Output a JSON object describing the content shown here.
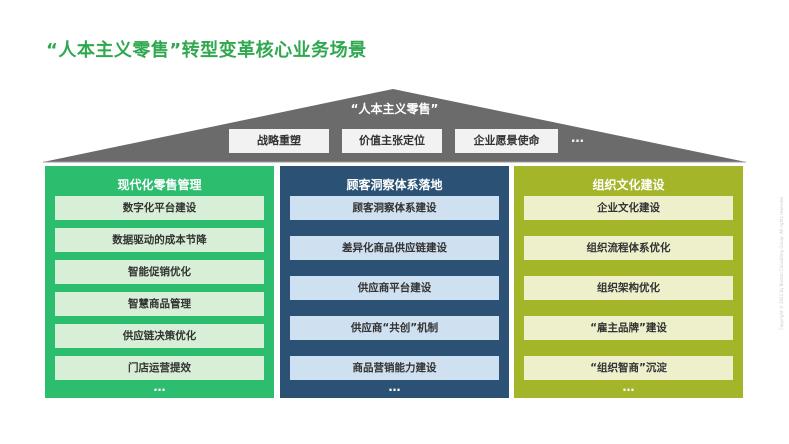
{
  "title": "“人本主义零售”转型变革核心业务场景",
  "roof": {
    "title": "“人本主义零售”",
    "boxes": [
      "战略重塑",
      "价值主张定位",
      "企业愿景使命"
    ],
    "ellipsis": "…"
  },
  "pillars": [
    {
      "title": "现代化零售管理",
      "items": [
        "数字化平台建设",
        "数据驱动的成本节降",
        "智能促销优化",
        "智慧商品管理",
        "供应链决策优化",
        "门店运营提效"
      ],
      "ellipsis": "…"
    },
    {
      "title": "顾客洞察体系落地",
      "items": [
        "顾客洞察体系建设",
        "差异化商品供应链建设",
        "供应商平台建设",
        "供应商“共创”机制",
        "商品营销能力建设"
      ],
      "ellipsis": "…"
    },
    {
      "title": "组织文化建设",
      "items": [
        "企业文化建设",
        "组织流程体系优化",
        "组织架构优化",
        "“雇主品牌”建设",
        "“组织智商”沉淀"
      ],
      "ellipsis": "…"
    }
  ],
  "colors": {
    "title": "#2fa84f",
    "roof": "#6b6b6b",
    "pillar_green_fill": "#2dbd6e",
    "pillar_green_item": "#d6efd6",
    "pillar_blue_fill": "#2b5275",
    "pillar_blue_item": "#cfe0f0",
    "pillar_olive_fill": "#a4b52a",
    "pillar_olive_item": "#eef0cc"
  },
  "copyright": "Copyright © 2022 by Boston Consulting Group. All rights reserved."
}
